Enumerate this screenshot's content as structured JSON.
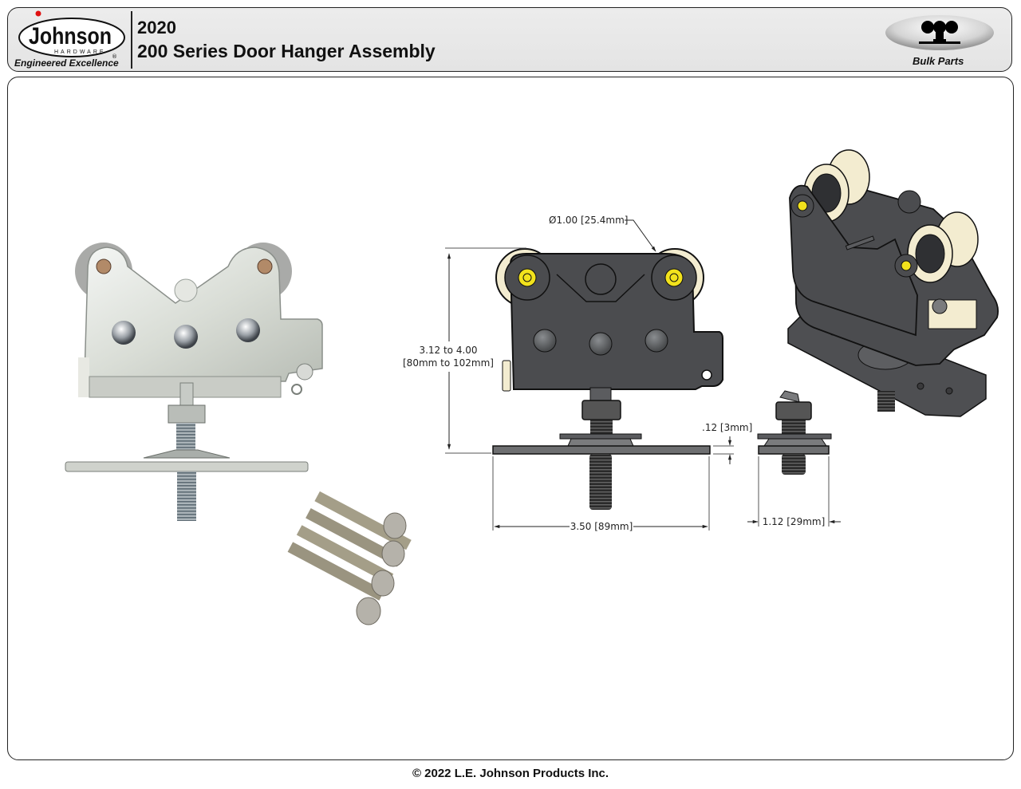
{
  "header": {
    "brand": "Johnson",
    "brand_sub": "HARDWARE",
    "tagline": "Engineered Excellence",
    "year": "2020",
    "title": "200 Series Door Hanger Assembly",
    "category_label": "Bulk Parts",
    "category_icon": "hanger-track-icon"
  },
  "drawing": {
    "dimensions": {
      "wheel_diameter": "Ø1.00 [25.4mm]",
      "height_range_line1": "3.12 to 4.00",
      "height_range_line2": "[80mm to 102mm]",
      "plate_thickness": ".12 [3mm]",
      "plate_length": "3.50 [89mm]",
      "plate_width": "1.12 [29mm]"
    },
    "views": [
      "photo-front",
      "screws-photo",
      "front-view",
      "side-view",
      "isometric-view"
    ]
  },
  "colors": {
    "frame": "#4a4a4c",
    "wheel": "#f3ecd0",
    "axle": "#f2e21c",
    "header_bg": "#e6e6e6"
  },
  "footer": {
    "copyright": "© 2022 L.E. Johnson Products Inc."
  }
}
